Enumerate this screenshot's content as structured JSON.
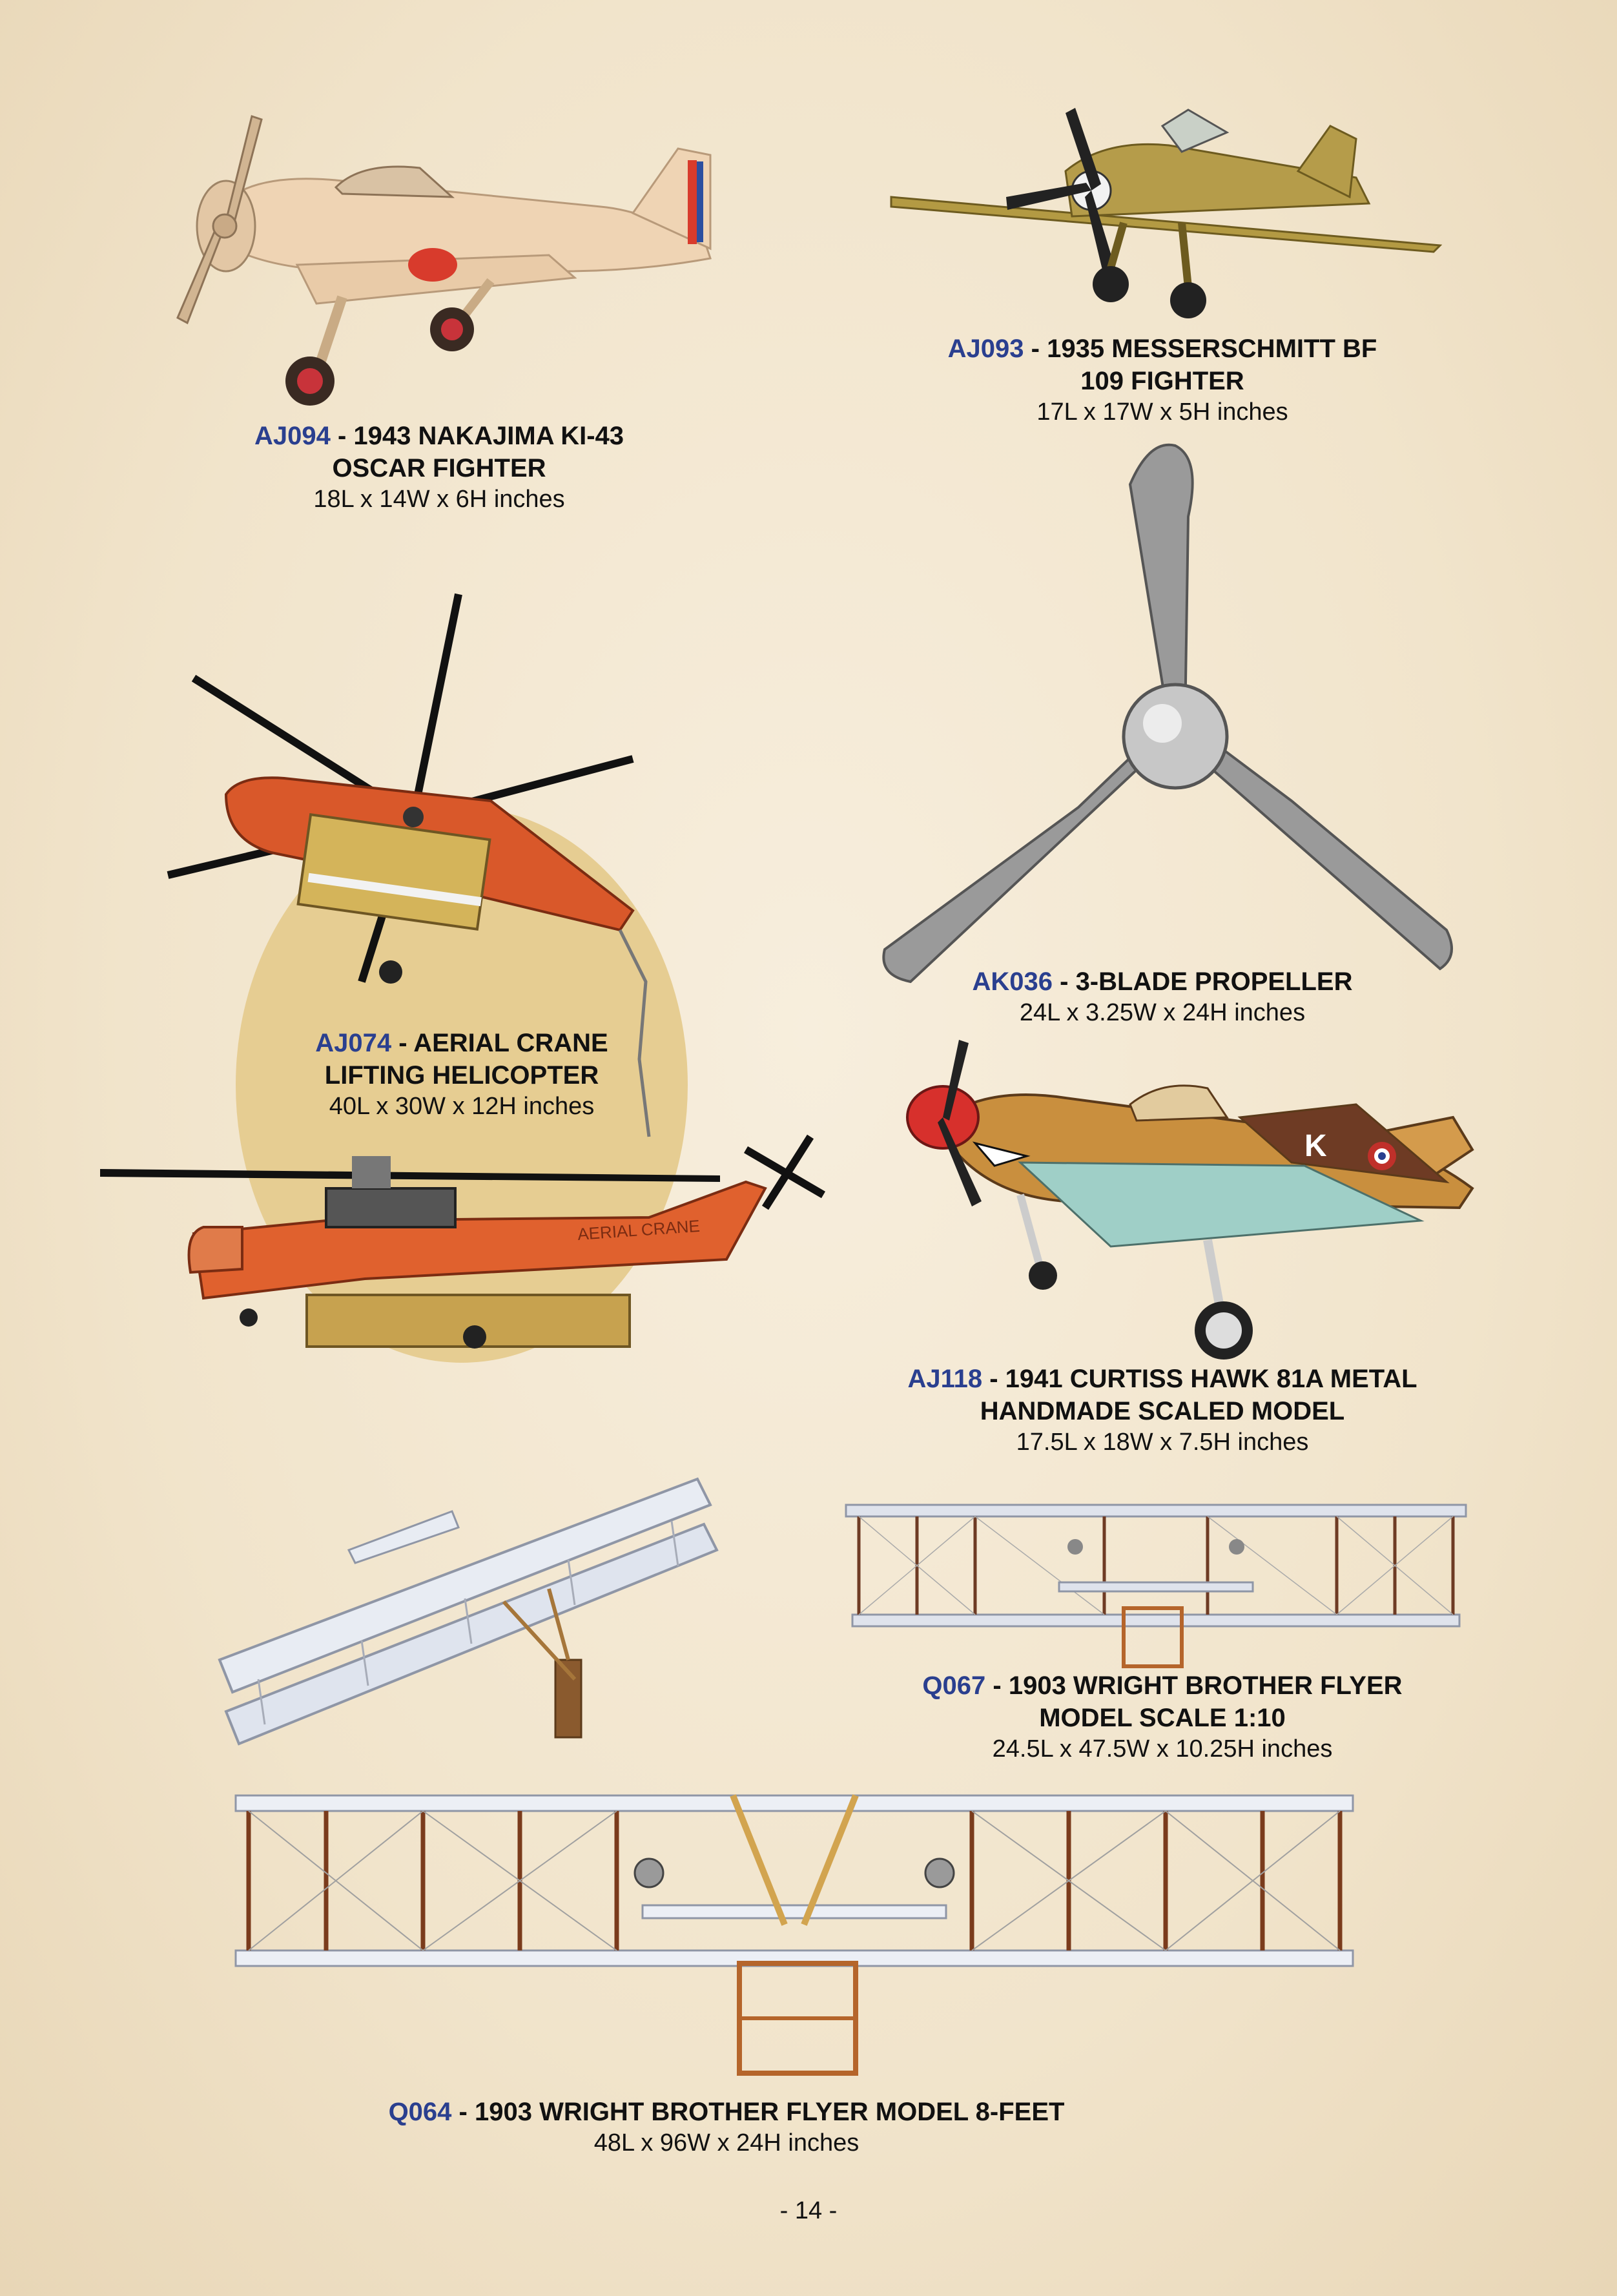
{
  "products": [
    {
      "code": "AJ094",
      "name_line1": "1943 NAKAJIMA KI-43",
      "name_line2": "OSCAR FIGHTER",
      "dimensions": "18L x 14W x 6H inches"
    },
    {
      "code": "AJ093",
      "name_line1": "1935 MESSERSCHMITT BF",
      "name_line2": "109 FIGHTER",
      "dimensions": "17L x 17W x 5H inches"
    },
    {
      "code": "AJ074",
      "name_line1": "AERIAL CRANE",
      "name_line2": "LIFTING HELICOPTER",
      "dimensions": "40L x 30W x 12H inches"
    },
    {
      "code": "AK036",
      "name_line1": "3-BLADE PROPELLER",
      "name_line2": "",
      "dimensions": "24L x 3.25W x 24H inches"
    },
    {
      "code": "AJ118",
      "name_line1": "1941 CURTISS HAWK 81A METAL",
      "name_line2": "HANDMADE SCALED MODEL",
      "dimensions": "17.5L x 18W x 7.5H inches"
    },
    {
      "code": "Q067",
      "name_line1": "1903 WRIGHT BROTHER FLYER",
      "name_line2": "MODEL SCALE 1:10",
      "dimensions": "24.5L x 47.5W x 10.25H inches"
    },
    {
      "code": "Q064",
      "name_line1": "1903 WRIGHT BROTHER FLYER MODEL 8-FEET",
      "name_line2": "",
      "dimensions": "48L x 96W x 24H inches"
    }
  ],
  "separator": " - ",
  "helicopter_label": "AERIAL CRANE",
  "page_number": "- 14 -"
}
